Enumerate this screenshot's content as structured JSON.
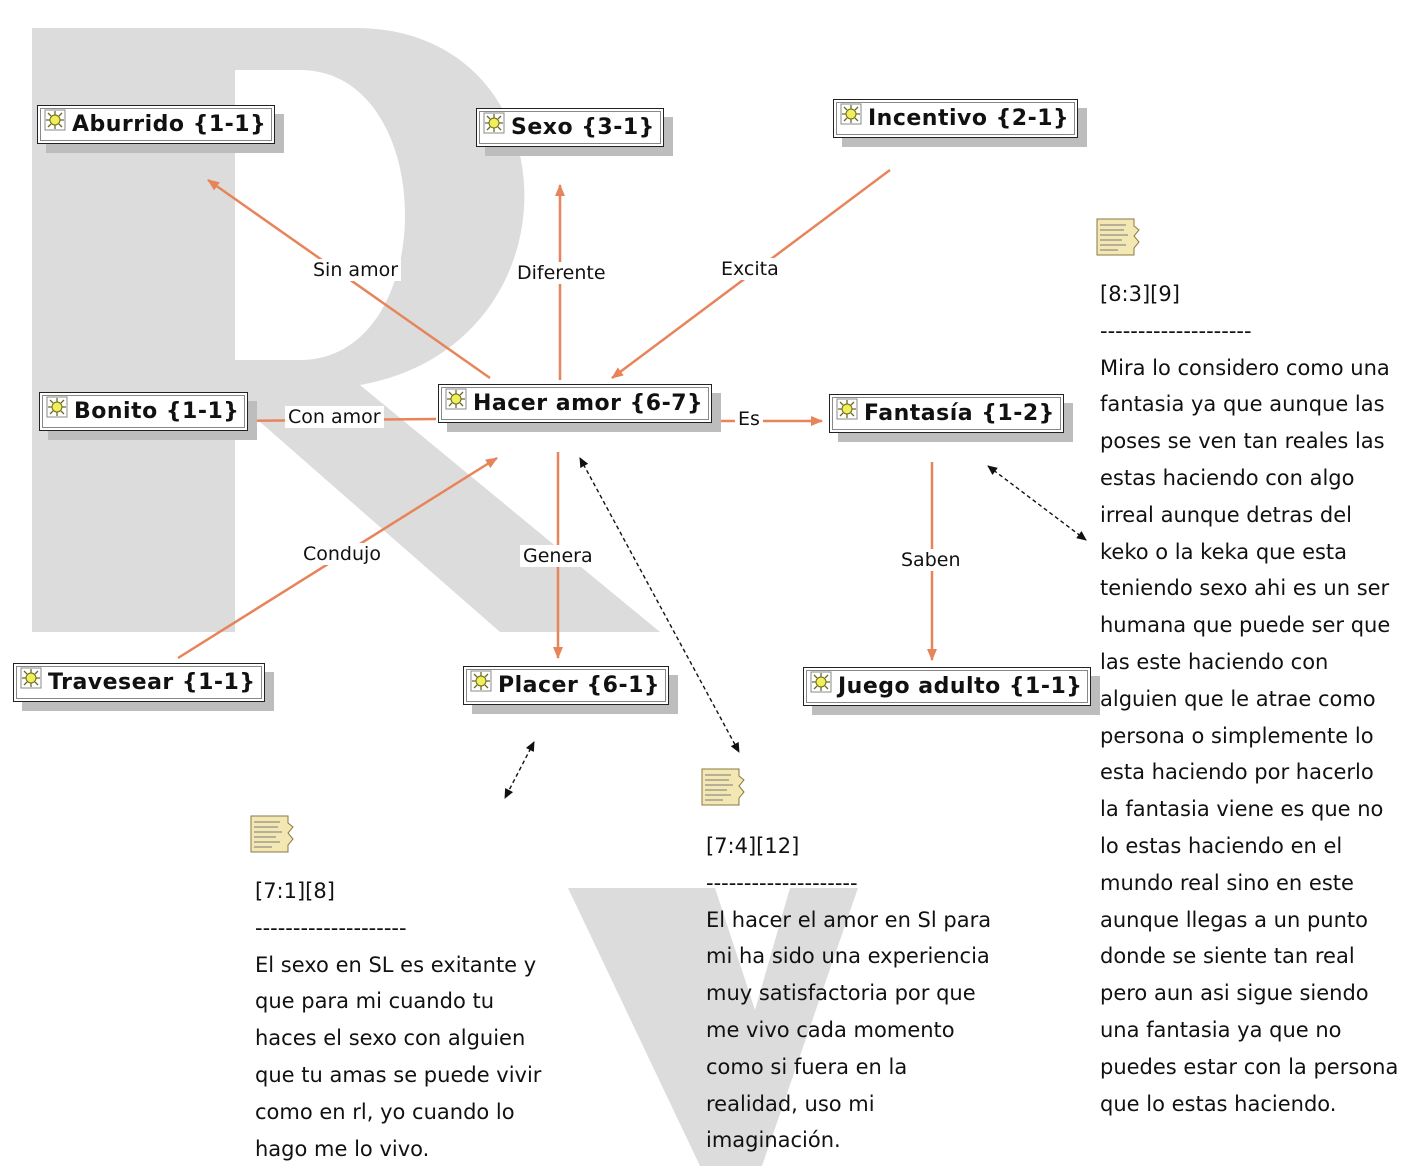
{
  "codes": {
    "aburrido": "Aburrido {1-1}",
    "sexo": "Sexo {3-1}",
    "incentivo": "Incentivo {2-1}",
    "bonito": "Bonito {1-1}",
    "hacer_amor": "Hacer amor {6-7}",
    "fantasia": "Fantasía {1-2}",
    "travesear": "Travesear {1-1}",
    "placer": "Placer {6-1}",
    "juego_adulto": "Juego adulto {1-1}"
  },
  "relations": {
    "sin_amor": "Sin amor",
    "diferente": "Diferente",
    "excita": "Excita",
    "con_amor": "Con amor",
    "es": "Es",
    "condujo": "Condujo",
    "genera": "Genera",
    "saben": "Saben"
  },
  "quotes": {
    "q7_1": {
      "ref": "[7:1][8]",
      "separator": "--------------------",
      "lines": [
        "El sexo en SL  es exitante y",
        "que para mi cuando tu",
        "haces el sexo con alguien",
        "que tu amas se puede vivir",
        "como en rl,  yo cuando lo",
        "hago me lo vivo."
      ]
    },
    "q7_4": {
      "ref": "[7:4][12]",
      "separator": "--------------------",
      "lines": [
        "El hacer el amor en Sl para",
        "mi ha sido una experiencia",
        "muy satisfactoria por que",
        "me vivo cada momento",
        "como si fuera en la",
        "realidad, uso mi",
        "imaginación."
      ]
    },
    "q8_3": {
      "ref": "[8:3][9]",
      "separator": "--------------------",
      "lines": [
        "Mira lo considero como una",
        "fantasia ya que aunque las",
        "poses se ven tan reales las",
        "estas haciendo con algo",
        "irreal aunque detras del",
        "keko o la keka que esta",
        "teniendo sexo ahi es un ser",
        "humana que puede ser que",
        "las este haciendo con",
        "alguien que le atrae como",
        "persona o simplemente lo",
        "esta haciendo por hacerlo",
        "la fantasia viene es que no",
        "lo estas haciendo en el",
        "mundo real sino en este",
        "aunque llegas a un punto",
        "donde se siente tan real",
        "pero aun asi sigue siendo",
        "una fantasia ya que no",
        "puedes estar con la persona",
        "que lo estas haciendo."
      ]
    }
  },
  "watermark": {
    "letters": [
      "R",
      "V"
    ],
    "color": "#dcdcdc"
  },
  "colors": {
    "arrow": "#e8845a",
    "link": "#111111",
    "icon_fill": "#f2ee5a",
    "note_fill": "#f3e7b3"
  },
  "icons": {
    "code": "code-star-icon",
    "note": "memo-note-icon"
  }
}
